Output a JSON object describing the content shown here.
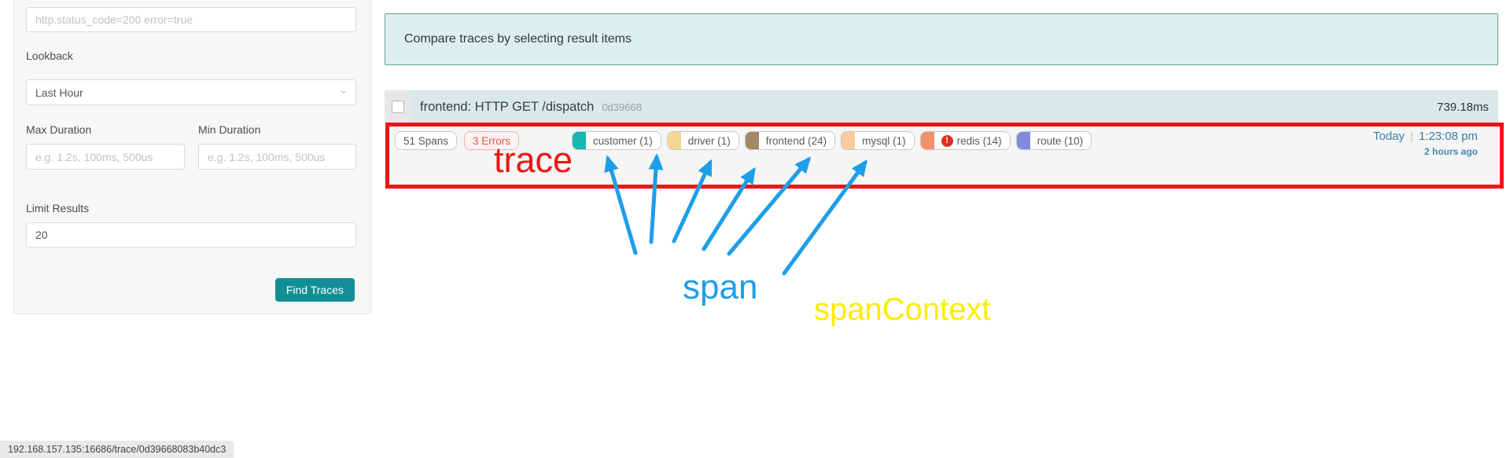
{
  "sidebar": {
    "tags_placeholder": "http.status_code=200 error=true",
    "lookback_label": "Lookback",
    "lookback_value": "Last Hour",
    "max_duration_label": "Max Duration",
    "min_duration_label": "Min Duration",
    "duration_placeholder": "e.g. 1.2s, 100ms, 500us",
    "limit_label": "Limit Results",
    "limit_value": "20",
    "find_traces_label": "Find Traces"
  },
  "results": {
    "banner": "Compare traces by selecting result items",
    "trace": {
      "title": "frontend: HTTP GET /dispatch",
      "trace_id_short": "0d39668",
      "duration": "739.18ms",
      "span_count": "51 Spans",
      "error_count": "3 Errors",
      "services": [
        {
          "label": "customer (1)",
          "color": "#17b8b1",
          "has_error": false
        },
        {
          "label": "driver (1)",
          "color": "#f4d78e",
          "has_error": false
        },
        {
          "label": "frontend (24)",
          "color": "#a58768",
          "has_error": false
        },
        {
          "label": "mysql (1)",
          "color": "#fbcb9a",
          "has_error": false
        },
        {
          "label": "redis (14)",
          "color": "#f2906e",
          "has_error": true
        },
        {
          "label": "route (10)",
          "color": "#8289dd",
          "has_error": false
        }
      ],
      "error_badge_glyph": "!",
      "date_label": "Today",
      "time_label": "1:23:08 pm",
      "relative_time": "2 hours ago"
    }
  },
  "annotations": {
    "trace_label": "trace",
    "span_label": "span",
    "span_context_label": "spanContext",
    "trace_color": "#ed1515",
    "arrow_color": "#1d9ee9",
    "span_context_color": "#ffeb00"
  },
  "status_bar": {
    "url": "192.168.157.135:16686/trace/0d39668083b40dc3"
  }
}
